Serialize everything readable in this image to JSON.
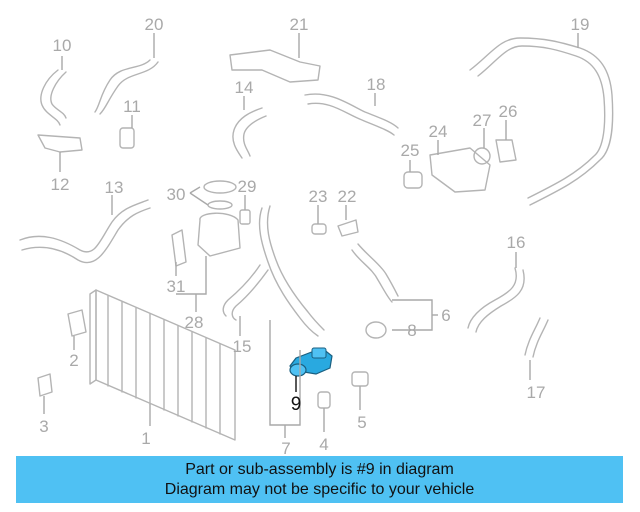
{
  "diagram": {
    "callouts": [
      "1",
      "2",
      "3",
      "4",
      "5",
      "6",
      "7",
      "8",
      "9",
      "10",
      "11",
      "12",
      "13",
      "14",
      "15",
      "16",
      "17",
      "18",
      "19",
      "20",
      "21",
      "22",
      "23",
      "24",
      "25",
      "26",
      "27",
      "28",
      "29",
      "30",
      "31"
    ],
    "highlighted_part": "9",
    "highlight_color": "#29a9e0"
  },
  "banner": {
    "line1": "Part or sub-assembly is #9 in diagram",
    "line2": "Diagram may not be specific to your vehicle",
    "background": "#4fc1f3"
  }
}
